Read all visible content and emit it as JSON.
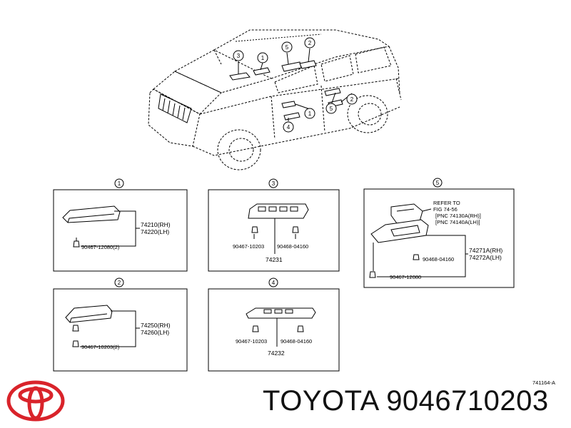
{
  "callouts": [
    "1",
    "2",
    "3",
    "4",
    "5"
  ],
  "panel1": {
    "callout": "1",
    "part_rh": "74210(RH)",
    "part_lh": "74220(LH)",
    "clip": "90467-12080(2)"
  },
  "panel2": {
    "callout": "2",
    "part_rh": "74250(RH)",
    "part_lh": "74260(LH)",
    "clip": "90467-10203(2)"
  },
  "panel3": {
    "callout": "3",
    "clip_a": "90467-10203",
    "clip_b": "90468-04160",
    "part": "74231"
  },
  "panel4": {
    "callout": "4",
    "clip_a": "90467-10203",
    "clip_b": "90468-04160",
    "part": "74232"
  },
  "panel5": {
    "callout": "5",
    "refer_1": "REFER TO",
    "refer_2": "FIG 74-56",
    "refer_3": "[PNC 74130A(RH)]",
    "refer_4": "[PNC 74140A(LH)]",
    "clip_screw": "90468-04160",
    "part_rh": "74271A(RH)",
    "part_lh": "74272A(LH)",
    "clip": "90467-12080"
  },
  "figure_code": "741164-A",
  "brand": "TOYOTA",
  "part_number": "9046710203",
  "colors": {
    "logo_red": "#d9232a",
    "line": "#000000"
  }
}
